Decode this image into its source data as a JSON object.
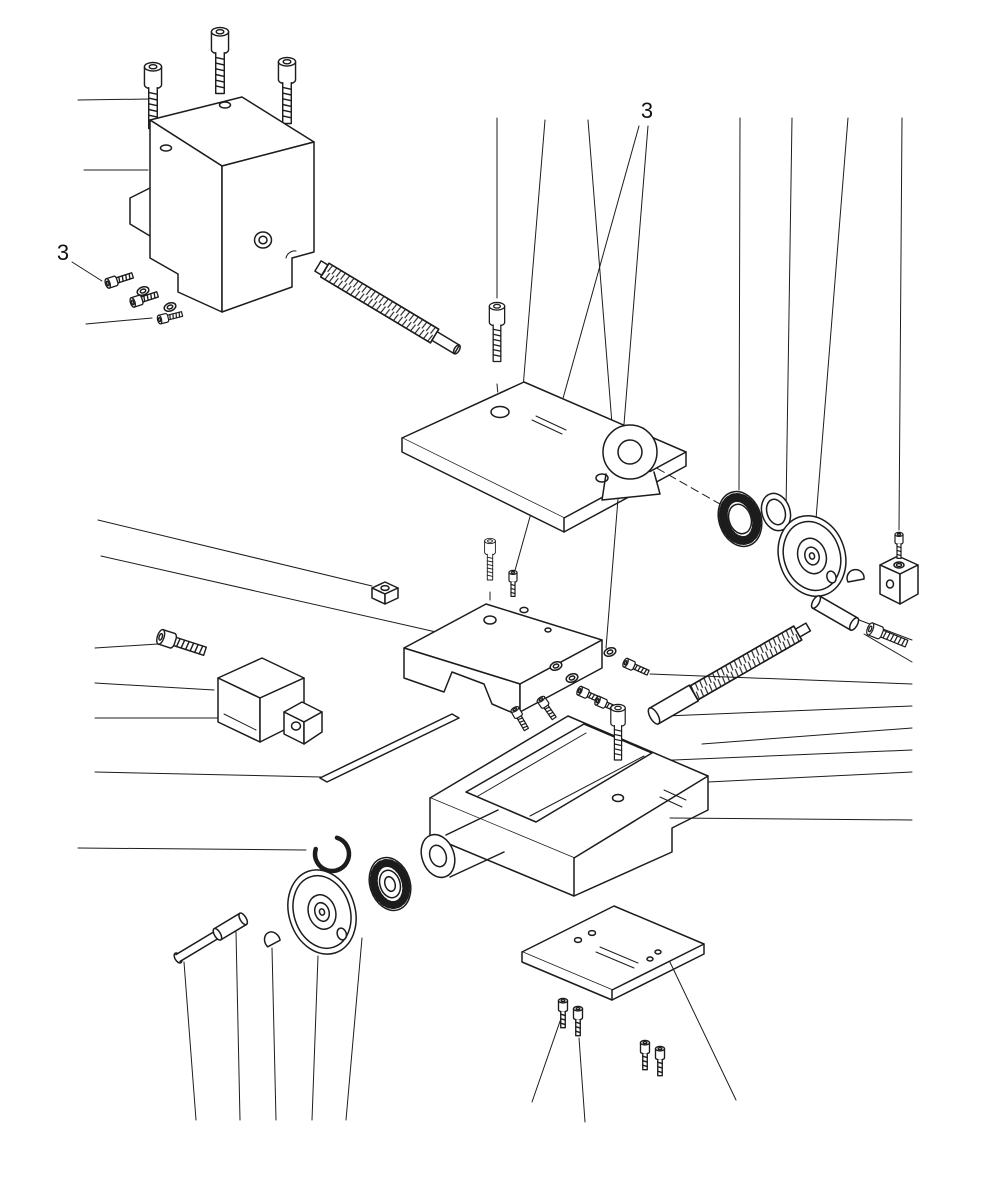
{
  "page": {
    "background_color": "#ffffff",
    "line_color": "#1c1c1c"
  },
  "labels": {
    "left_3": "3",
    "top_3": "3"
  },
  "diagram": {
    "type": "exploded-view-technical-drawing",
    "parts": [
      "socket-head-cap-screw",
      "tool-post-block",
      "set-screw",
      "washer",
      "upper-leadscrew",
      "top-slide-plate",
      "leadscrew-bracket",
      "knurled-bearing-ring",
      "spacer-ring",
      "handwheel-with-dial",
      "dome-cap-nut",
      "retainer-cube-block",
      "spacer-sleeve",
      "cross-slide-block",
      "square-nut",
      "grub-screw",
      "gib-screw",
      "gib-block",
      "clamp-shoe",
      "gib-strip",
      "lower-leadscrew",
      "saddle-base-casting",
      "crank-handle",
      "retaining-ring",
      "graduated-dial",
      "lower-handwheel",
      "mounting-plate",
      "mounting-screw"
    ]
  }
}
